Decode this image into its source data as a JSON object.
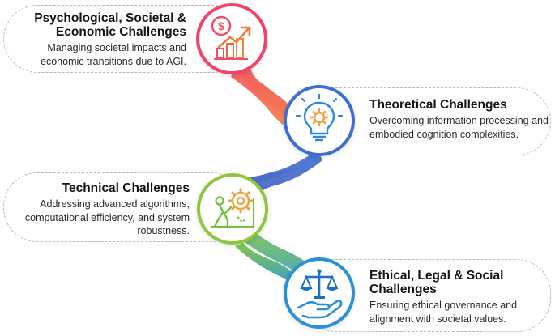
{
  "colors": {
    "stage1": "#f0446b",
    "stage2": "#3e6fd0",
    "stage3": "#8fc63f",
    "stage4": "#2d8fd5",
    "connector_top": "#f27a4b",
    "connector_mid": "#4a67c8",
    "connector_low": "#6bbf9a"
  },
  "stages": [
    {
      "icon": "money-growth-chart-icon",
      "title": "Psychological, Societal & Economic Challenges",
      "description": "Managing societal impacts and economic transitions due to AGI."
    },
    {
      "icon": "lightbulb-gear-icon",
      "title": "Theoretical Challenges",
      "description": "Overcoming information processing and embodied cognition complexities."
    },
    {
      "icon": "person-pushing-gear-icon",
      "title": "Technical Challenges",
      "description": "Addressing advanced algorithms, computational efficiency, and system robustness."
    },
    {
      "icon": "scales-in-hand-icon",
      "title": "Ethical, Legal & Social Challenges",
      "description": "Ensuring ethical governance and alignment with societal values."
    }
  ]
}
